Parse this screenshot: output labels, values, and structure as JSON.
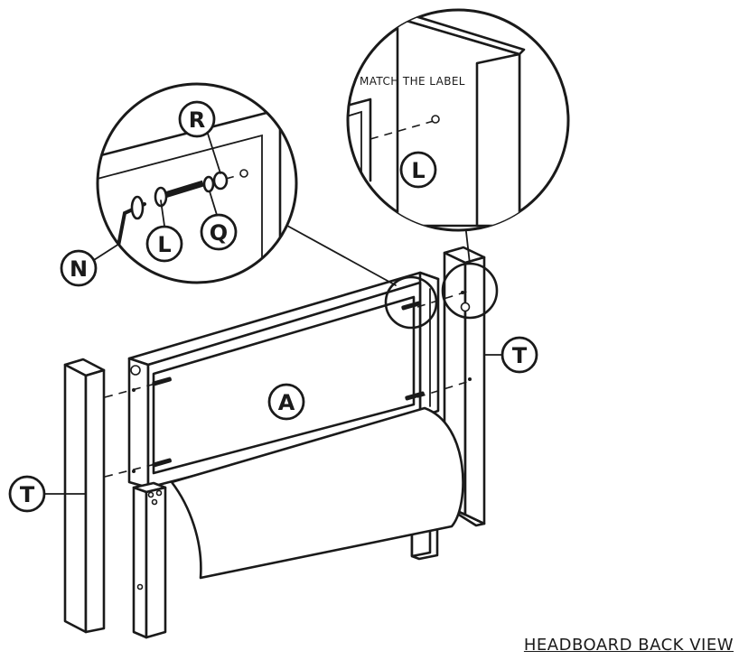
{
  "labels": {
    "A": "A",
    "T_left": "T",
    "T_right": "T",
    "N": "N",
    "L_detail_left": "L",
    "Q": "Q",
    "R": "R",
    "L_detail_right": "L"
  },
  "callout_note": "MATCH THE LABEL",
  "caption": "HEADBOARD BACK VIEW"
}
